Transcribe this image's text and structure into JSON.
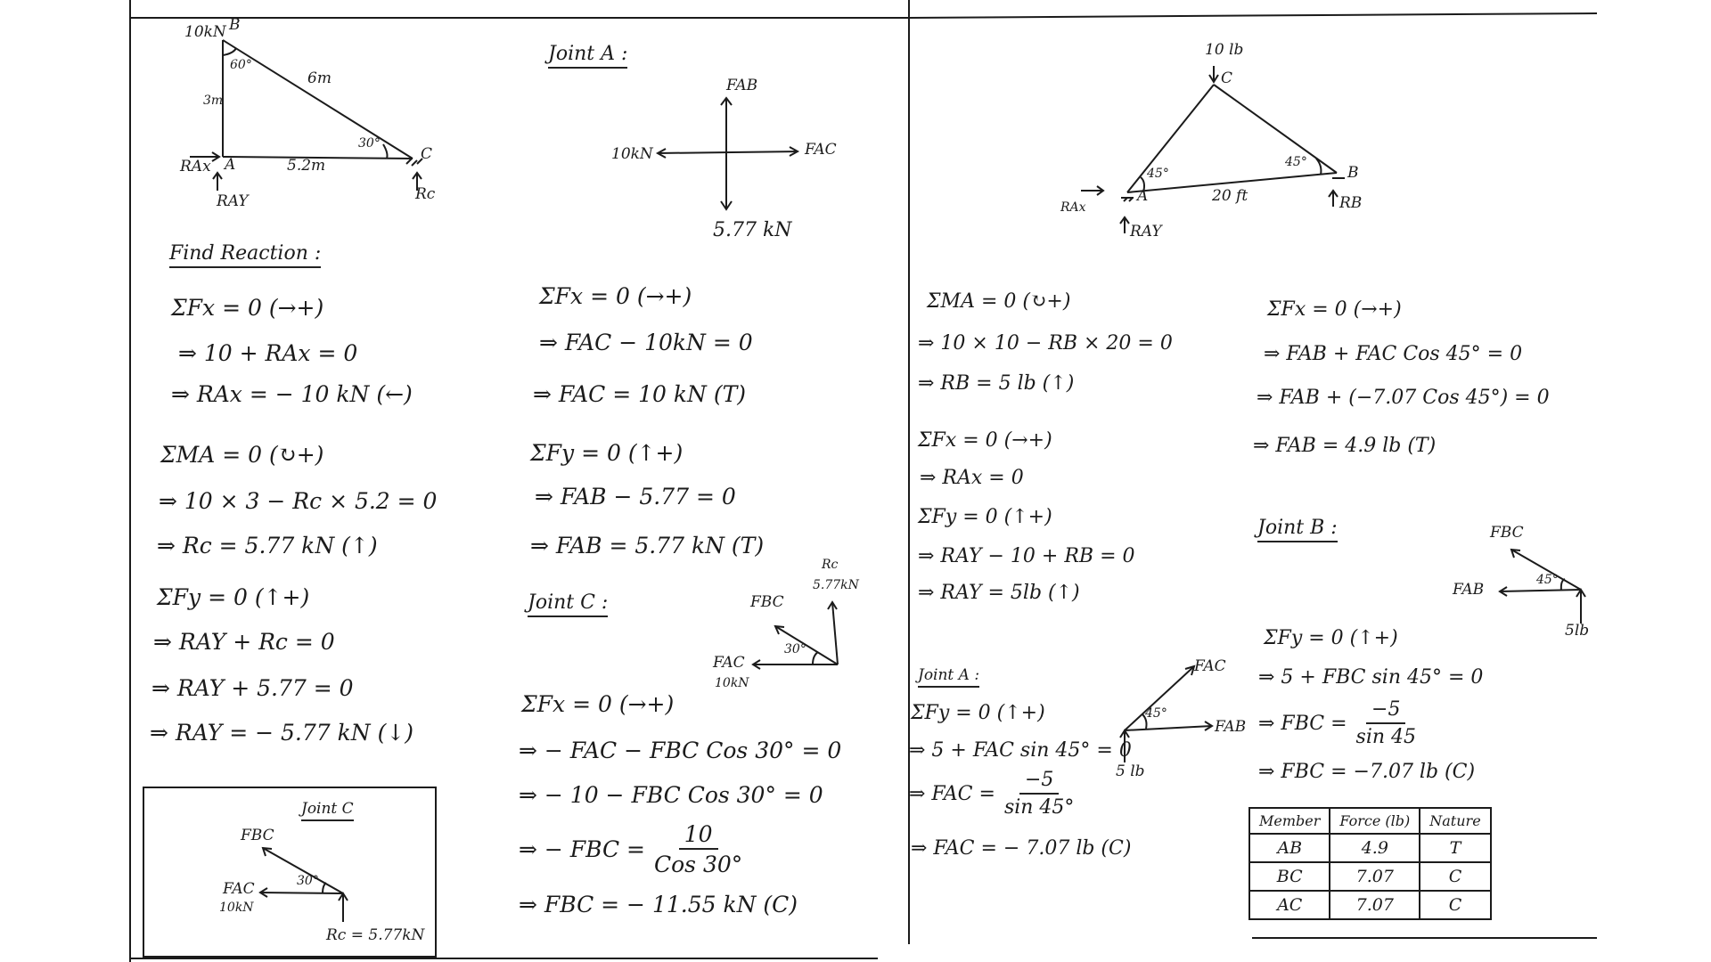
{
  "colors": {
    "ink": "#1b1b1b",
    "paper": "#ffffff"
  },
  "left_page": {
    "diagram": {
      "load": "10kN",
      "joint_b": "B",
      "angle_b": "60°",
      "len_ab": "3m",
      "len_bc": "6m",
      "angle_c": "30°",
      "joint_c": "C",
      "len_ac": "5.2m",
      "rax": "RAx",
      "joint_a": "A",
      "ray": "RAY",
      "rc": "Rc"
    },
    "find_reaction": {
      "title": "Find Reaction :",
      "lines": [
        "ΣFx = 0  (→+)",
        "⇒  10 + RAx = 0",
        "⇒  RAx = − 10 kN (←)",
        "ΣMA = 0  (↻+)",
        "⇒ 10 × 3 − Rc × 5.2 = 0",
        "⇒   Rc = 5.77 kN  (↑)",
        "ΣFy = 0  (↑+)",
        "⇒ RAY + Rc = 0",
        "⇒  RAY + 5.77 = 0",
        "⇒  RAY = − 5.77 kN  (↓)"
      ]
    },
    "joint_c_box": {
      "title": "Joint C",
      "fbc": "FBC",
      "angle": "30°",
      "fac": "FAC",
      "fac_val": "10kN",
      "rc": "Rc = 5.77kN"
    },
    "joint_a": {
      "title": "Joint A :",
      "fab": "FAB",
      "left_load": "10kN",
      "fac": "FAC",
      "down_load": "5.77 kN",
      "lines": [
        "ΣFx = 0  (→+)",
        "⇒  FAC  − 10kN = 0",
        "⇒  FAC = 10 kN  (T)",
        "ΣFy = 0  (↑+)",
        "⇒  FAB − 5.77 = 0",
        "⇒  FAB = 5.77 kN  (T)"
      ]
    },
    "joint_c": {
      "title": "Joint C :",
      "rc": "Rc",
      "rc_val": "5.77kN",
      "fbc": "FBC",
      "angle": "30°",
      "fac": "FAC",
      "fac_val": "10kN",
      "lines": [
        "ΣFx = 0  (→+)",
        "⇒  − FAC  − FBC Cos 30° = 0",
        "⇒  − 10 − FBC Cos 30° = 0"
      ],
      "frac_prefix": "⇒  − FBC  =",
      "frac_num": "10",
      "frac_den": "Cos 30°",
      "final": "⇒  FBC = − 11.55 kN  (C)"
    }
  },
  "right_page": {
    "diagram": {
      "load": "10 lb",
      "joint_c": "C",
      "angle_a": "45°",
      "angle_b": "45°",
      "joint_b": "B",
      "rax": "RAx",
      "joint_a": "A",
      "len_ab": "20 ft",
      "rb": "RB",
      "ray": "RAY"
    },
    "reactions": {
      "lines": [
        "ΣMA = 0  (↻+)",
        "⇒  10 × 10  −  RB × 20 = 0",
        "⇒  RB = 5 lb  (↑)",
        "ΣFx = 0 (→+)",
        "⇒  RAx = 0",
        "ΣFy = 0 (↑+)",
        "⇒  RAY − 10 + RB = 0",
        "⇒  RAY =  5lb (↑)"
      ]
    },
    "joint_a": {
      "title": "Joint A :",
      "fac": "FAC",
      "angle": "45°",
      "fab": "FAB",
      "load": "5 lb",
      "lines": [
        "ΣFy = 0  (↑+)",
        "⇒ 5 + FAC sin 45° = 0"
      ],
      "frac_prefix": "⇒ FAC =",
      "frac_num": "−5",
      "frac_den": "sin 45°",
      "final": "⇒ FAC = − 7.07 lb  (C)"
    },
    "joint_a_fx": {
      "lines": [
        "ΣFx = 0  (→+)",
        "⇒  FAB + FAC Cos 45° = 0",
        "⇒  FAB + (−7.07 Cos 45°) = 0",
        "⇒  FAB =  4.9 lb  (T)"
      ]
    },
    "joint_b": {
      "title": "Joint B :",
      "fbc": "FBC",
      "angle": "45°",
      "fab": "FAB",
      "load": "5lb",
      "lines": [
        "ΣFy = 0  (↑+)",
        "⇒ 5 + FBC sin 45° = 0"
      ],
      "frac_prefix": "⇒  FBC =",
      "frac_num": "−5",
      "frac_den": "sin 45",
      "final": "⇒  FBC = −7.07 lb  (C)"
    },
    "table": {
      "headers": [
        "Member",
        "Force (lb)",
        "Nature"
      ],
      "rows": [
        [
          "AB",
          "4.9",
          "T"
        ],
        [
          "BC",
          "7.07",
          "C"
        ],
        [
          "AC",
          "7.07",
          "C"
        ]
      ]
    }
  }
}
